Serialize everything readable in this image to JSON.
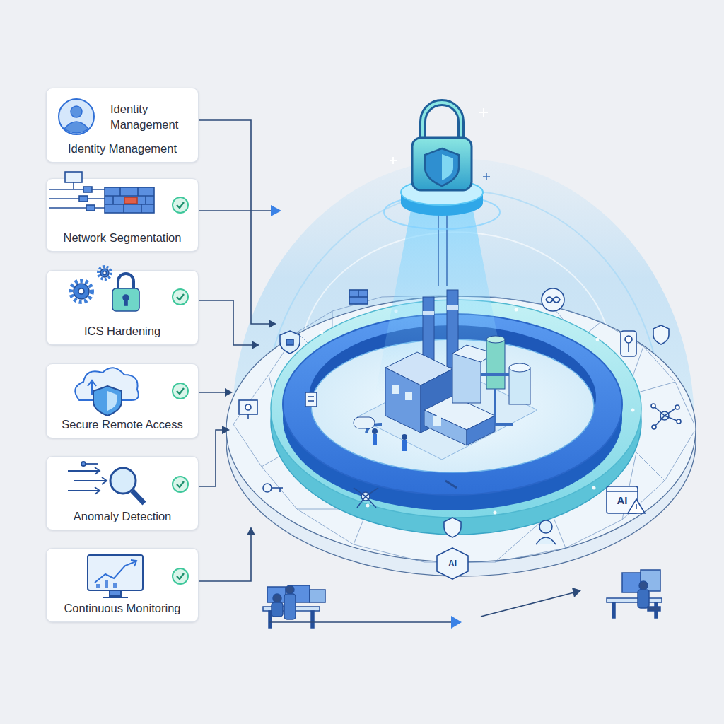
{
  "diagram": {
    "nodes": [
      {
        "text": [
          "Identity Management",
          "Identity Management"
        ]
      },
      {
        "text": [
          "Network Segmentation"
        ]
      },
      {
        "text": [
          "ICS Hardening"
        ]
      },
      {
        "text": [
          "Secure Remote Access"
        ]
      },
      {
        "text": [
          "Anomaly Detection"
        ]
      },
      {
        "text": [
          "Continuous Monitoring"
        ]
      }
    ],
    "labels": [
      "AI",
      "AI"
    ]
  }
}
